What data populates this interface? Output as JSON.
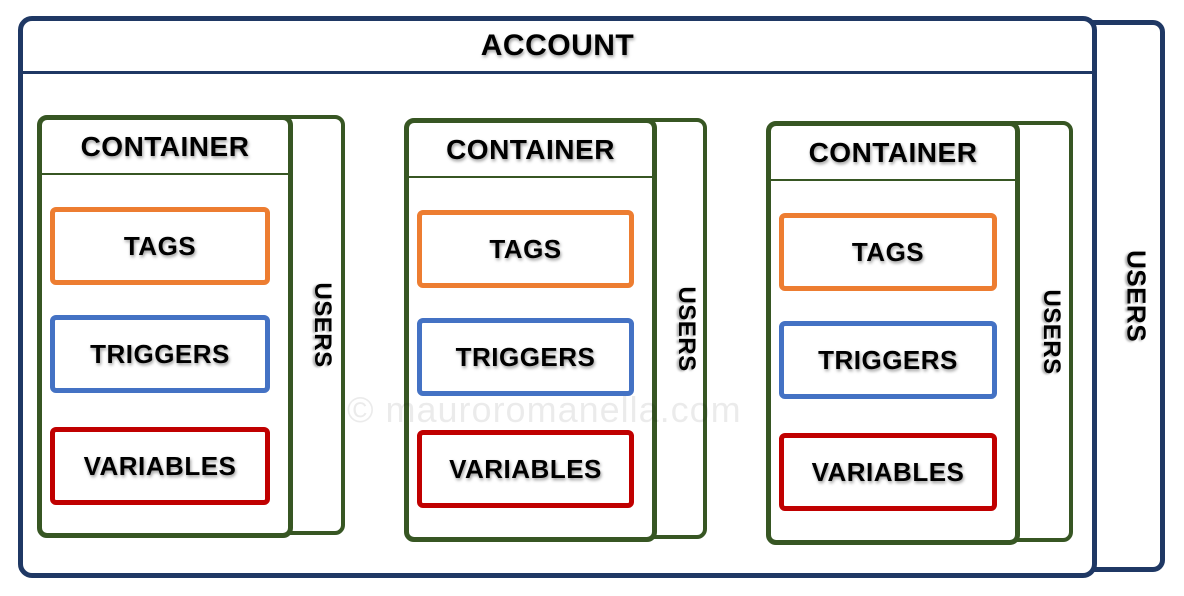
{
  "diagram": {
    "account_label": "ACCOUNT",
    "account_users_label": "USERS",
    "watermark": "© mauroromanella.com",
    "containers": [
      {
        "label": "CONTAINER",
        "users_label": "USERS",
        "boxes": [
          {
            "label": "TAGS"
          },
          {
            "label": "TRIGGERS"
          },
          {
            "label": "VARIABLES"
          }
        ]
      },
      {
        "label": "CONTAINER",
        "users_label": "USERS",
        "boxes": [
          {
            "label": "TAGS"
          },
          {
            "label": "TRIGGERS"
          },
          {
            "label": "VARIABLES"
          }
        ]
      },
      {
        "label": "CONTAINER",
        "users_label": "USERS",
        "boxes": [
          {
            "label": "TAGS"
          },
          {
            "label": "TRIGGERS"
          },
          {
            "label": "VARIABLES"
          }
        ]
      }
    ],
    "colors": {
      "account_border": "#1F3864",
      "container_border": "#375623",
      "tags_border": "#ED7D31",
      "triggers_border": "#4472C4",
      "variables_border": "#C00000",
      "label_text": "#000000",
      "background": "#FFFFFF",
      "watermark_text": "#E8E8E8"
    }
  }
}
